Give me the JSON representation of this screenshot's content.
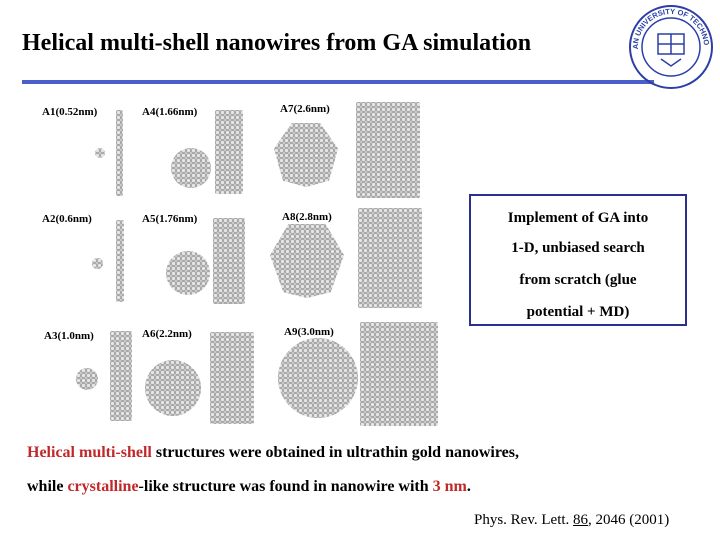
{
  "slide": {
    "title": "Helical multi-shell nanowires from GA simulation",
    "accent_color": "#4a5fc8",
    "logo": {
      "icon": "university-seal-icon",
      "text": "DALIAN UNIVERSITY OF TECHNOLOGY",
      "colors": {
        "seal": "#2b3fa8"
      }
    }
  },
  "figure": {
    "panels": [
      {
        "label": "A1(0.52nm)"
      },
      {
        "label": "A2(0.6nm)"
      },
      {
        "label": "A3(1.0nm)"
      },
      {
        "label": "A4(1.66nm)"
      },
      {
        "label": "A5(1.76nm)"
      },
      {
        "label": "A6(2.2nm)"
      },
      {
        "label": "A7(2.6nm)"
      },
      {
        "label": "A8(2.8nm)"
      },
      {
        "label": "A9(3.0nm)"
      }
    ]
  },
  "callout": {
    "lines": [
      "Implement of GA into",
      "1-D, unbiased search",
      "from scratch (glue",
      "potential + MD)"
    ],
    "border_color": "#2b2f8f"
  },
  "caption": {
    "line1": {
      "red": "Helical multi-shell",
      "rest": " structures were obtained in ultrathin gold nanowires,"
    },
    "line2": {
      "pre": "while ",
      "red1": "crystalline",
      "mid": "-like structure was found in nanowire with ",
      "red2": "3 nm",
      "end": "."
    },
    "highlight_color": "#c0282a"
  },
  "reference": {
    "journal": "Phys. Rev. Lett. ",
    "volume": "86",
    "rest": ", 2046 (2001)"
  }
}
